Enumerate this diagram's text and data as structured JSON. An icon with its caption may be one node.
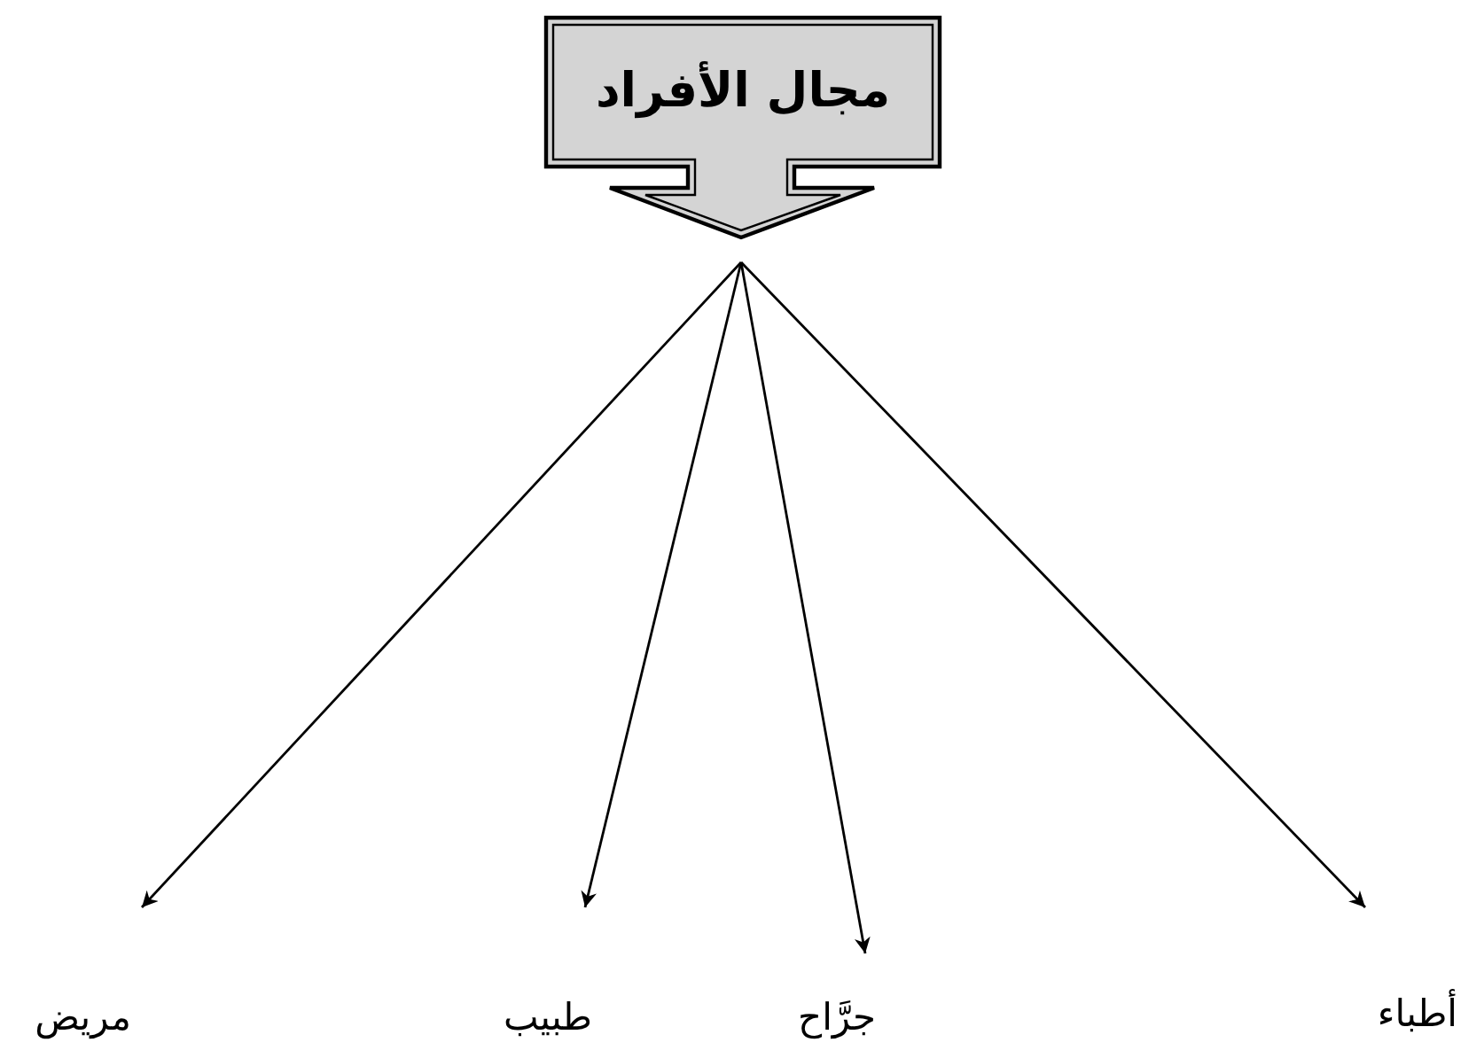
{
  "diagram": {
    "nodes": [
      {
        "text": [
          "مجال الأفراد"
        ]
      },
      {
        "text": [
          "مريض"
        ]
      },
      {
        "text": [
          "طبيب"
        ]
      },
      {
        "text": [
          "جرَّاح"
        ]
      },
      {
        "text": [
          "أطباء"
        ]
      }
    ],
    "edges": [
      {
        "from": 0,
        "to": 1,
        "arrow": "to"
      },
      {
        "from": 0,
        "to": 2,
        "arrow": "to"
      },
      {
        "from": 0,
        "to": 3,
        "arrow": "to"
      },
      {
        "from": 0,
        "to": 4,
        "arrow": "to"
      }
    ]
  }
}
